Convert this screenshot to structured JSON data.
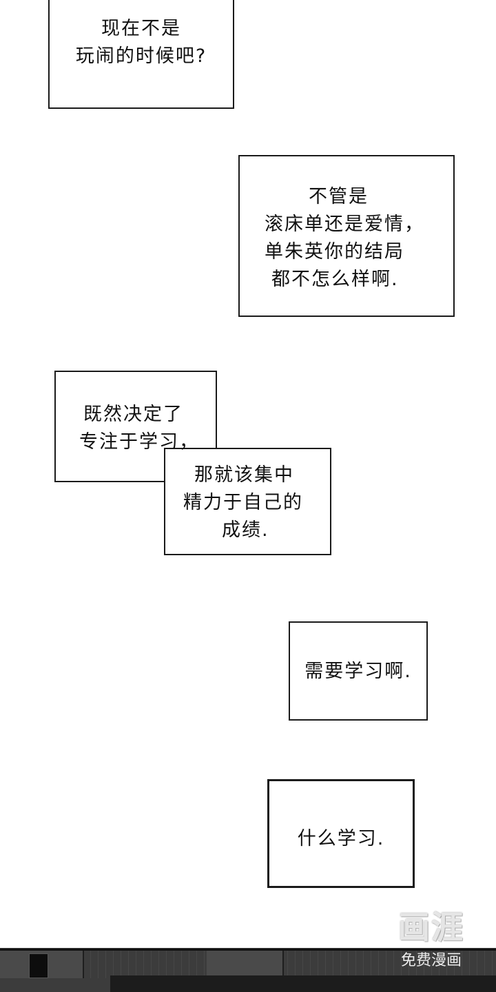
{
  "bubbles": [
    {
      "lines": [
        "现在不是",
        "玩闹的时候吧?"
      ]
    },
    {
      "lines": [
        "不管是",
        "滚床单还是爱情，",
        "单朱英你的结局",
        "都不怎么样啊."
      ]
    },
    {
      "lines": [
        "既然决定了",
        "专注于学习，"
      ]
    },
    {
      "lines": [
        "那就该集中",
        "精力于自己的",
        "成绩."
      ]
    },
    {
      "lines": [
        "需要学习啊."
      ]
    },
    {
      "lines": [
        "什么学习."
      ]
    }
  ],
  "watermark": {
    "logo": "画涯",
    "subtitle": "免费漫画"
  }
}
